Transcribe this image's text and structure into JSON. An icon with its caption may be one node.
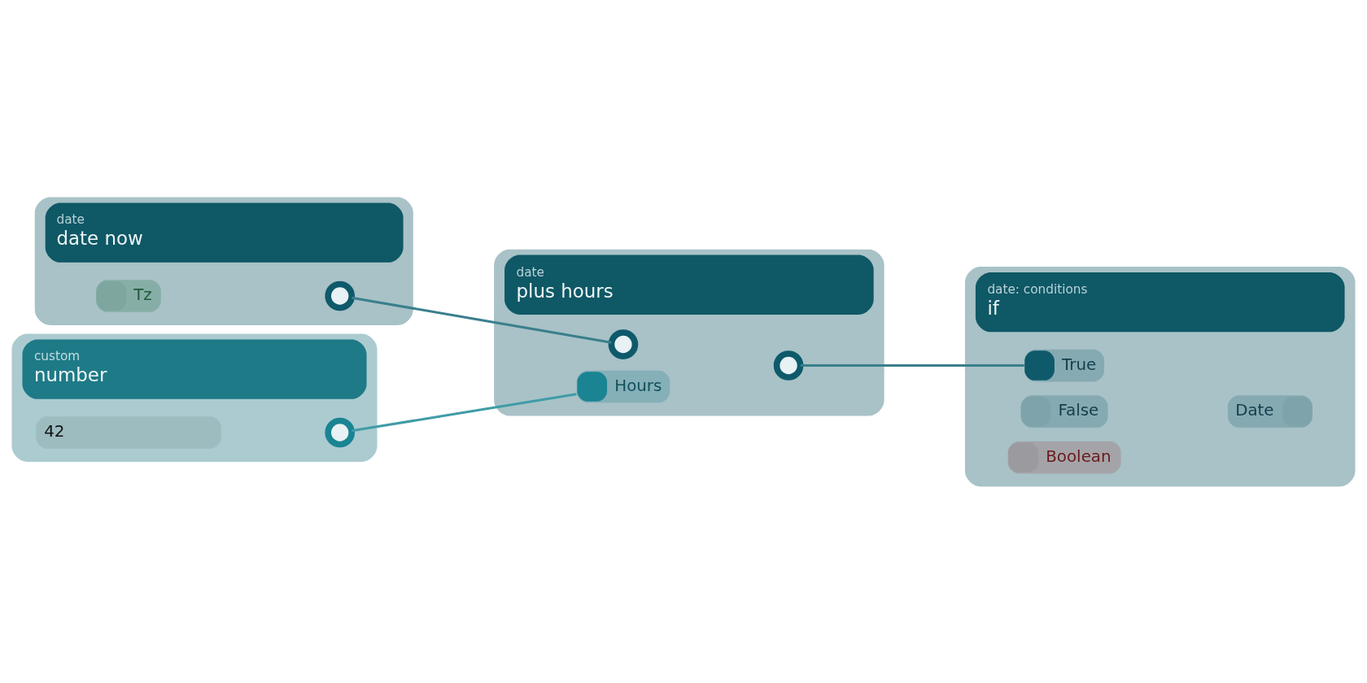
{
  "diagram": {
    "nodes": [
      {
        "text": [
          "date",
          "date now"
        ]
      },
      {
        "text": [
          "Tz"
        ],
        "in": 0
      },
      {
        "text": [],
        "shape": "circle",
        "in": 0
      },
      {
        "text": [
          "date",
          "plus hours"
        ]
      },
      {
        "text": [],
        "shape": "circle",
        "in": 3
      },
      {
        "text": [],
        "shape": "circle",
        "in": 3
      },
      {
        "text": [
          "Hours"
        ],
        "in": 3
      },
      {
        "text": [
          "date: conditions",
          "if"
        ]
      },
      {
        "text": [
          "True"
        ],
        "in": 7
      },
      {
        "text": [
          "Date"
        ],
        "in": 7
      },
      {
        "text": [
          "False"
        ],
        "in": 7
      },
      {
        "text": [
          "Boolean"
        ],
        "in": 7
      },
      {
        "text": [
          "custom",
          "number"
        ]
      },
      {
        "text": [
          "42"
        ],
        "in": 12
      },
      {
        "text": [],
        "shape": "circle",
        "in": 12
      }
    ],
    "edges": [
      {
        "from": 2,
        "to": 4,
        "arrow": "none"
      },
      {
        "from": 5,
        "to": 8,
        "arrow": "none"
      },
      {
        "from": 14,
        "to": 6,
        "arrow": "none",
        "color": "#3f9ca6"
      }
    ]
  }
}
